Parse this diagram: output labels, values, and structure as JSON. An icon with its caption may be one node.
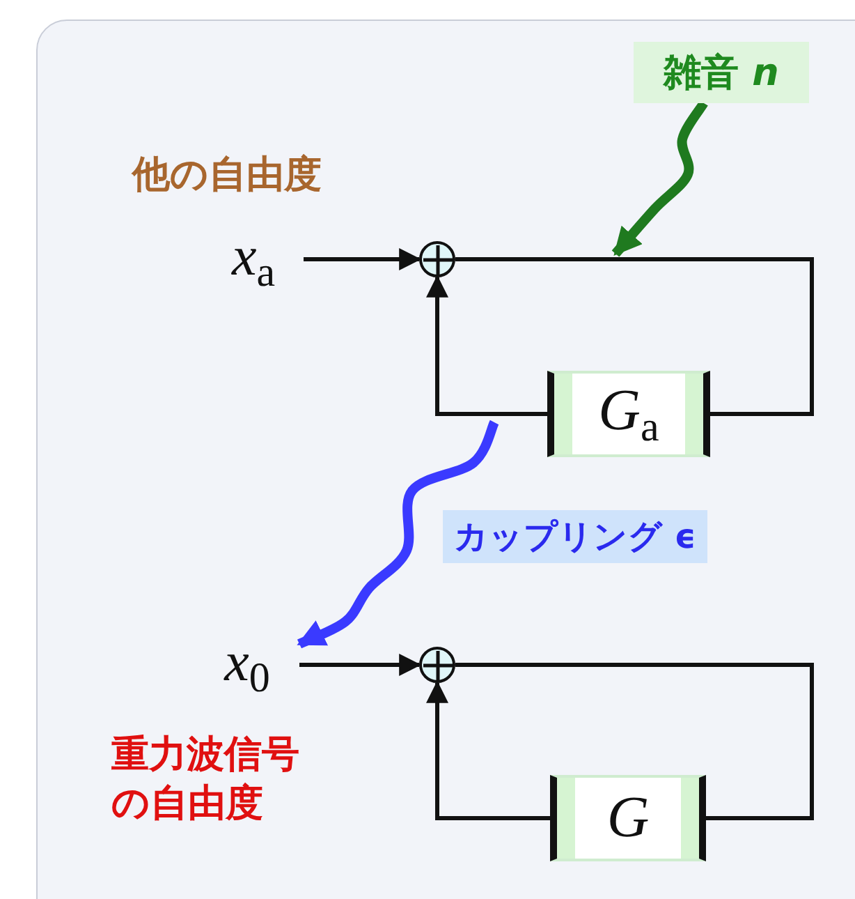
{
  "diagram": {
    "nodes": [
      {
        "text": [
          "*x*$_{a}$"
        ]
      },
      {
        "text": [],
        "shape": "circle"
      },
      {
        "text": [
          "*G*$_{a}$"
        ]
      },
      {
        "text": [
          "雑音 *n*"
        ]
      },
      {
        "text": [
          "*x*$_{0}$"
        ]
      },
      {
        "text": [],
        "shape": "circle"
      },
      {
        "text": [
          "*G*"
        ]
      }
    ],
    "edges": [
      {
        "from": 0,
        "to": 1,
        "arrow": "to"
      },
      {
        "from": 1,
        "to": 2,
        "arrow": "none"
      },
      {
        "from": 2,
        "to": 1,
        "arrow": "to"
      },
      {
        "from": 3,
        "to": null,
        "arrow": "to",
        "style": "thick",
        "color": "#1f7a1f"
      },
      {
        "from": null,
        "to": 4,
        "arrow": "to",
        "style": "thick",
        "color": "#3a3aff",
        "label": "カップリング ϵ"
      },
      {
        "from": 4,
        "to": 5,
        "arrow": "to"
      },
      {
        "from": 5,
        "to": 6,
        "arrow": "none"
      },
      {
        "from": 6,
        "to": 5,
        "arrow": "to"
      }
    ],
    "labels": [
      "他の自由度",
      "重力波信号の自由度"
    ]
  }
}
